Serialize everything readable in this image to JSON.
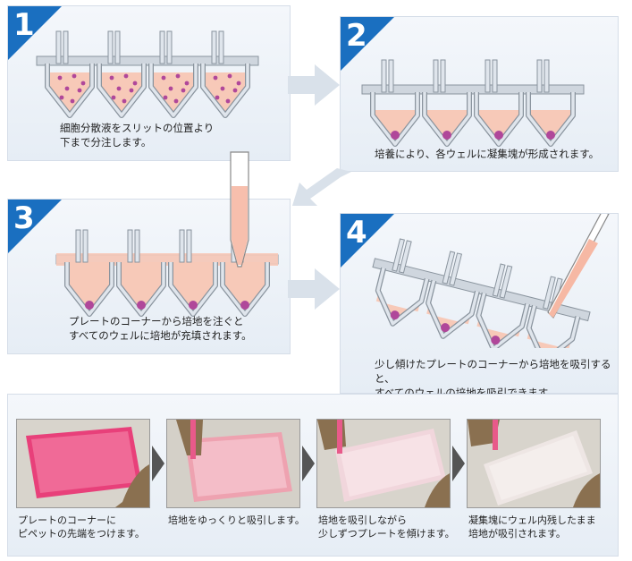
{
  "steps": [
    {
      "num": "1",
      "caption": "細胞分散液をスリットの位置より\n下まで分注します。"
    },
    {
      "num": "2",
      "caption": "培養により、各ウェルに凝集塊が形成されます。"
    },
    {
      "num": "3",
      "caption": "プレートのコーナーから培地を注ぐと\nすべてのウェルに培地が充填されます。"
    },
    {
      "num": "4",
      "caption": "少し傾けたプレートのコーナーから培地を吸引すると、\nすべてのウェルの培地を吸引できます。"
    }
  ],
  "photos": [
    {
      "caption": "プレートのコーナーに\nピペットの先端をつけます。"
    },
    {
      "caption": "培地をゆっくりと吸引します。"
    },
    {
      "caption": "培地を吸引しながら\n少しずつプレートを傾けます。"
    },
    {
      "caption": "凝集塊にウェル内残したまま\n培地が吸引されます。"
    }
  ],
  "colors": {
    "accent": "#1a6fc0",
    "medium": "#f7c9b8",
    "cell": "#b0479a"
  }
}
